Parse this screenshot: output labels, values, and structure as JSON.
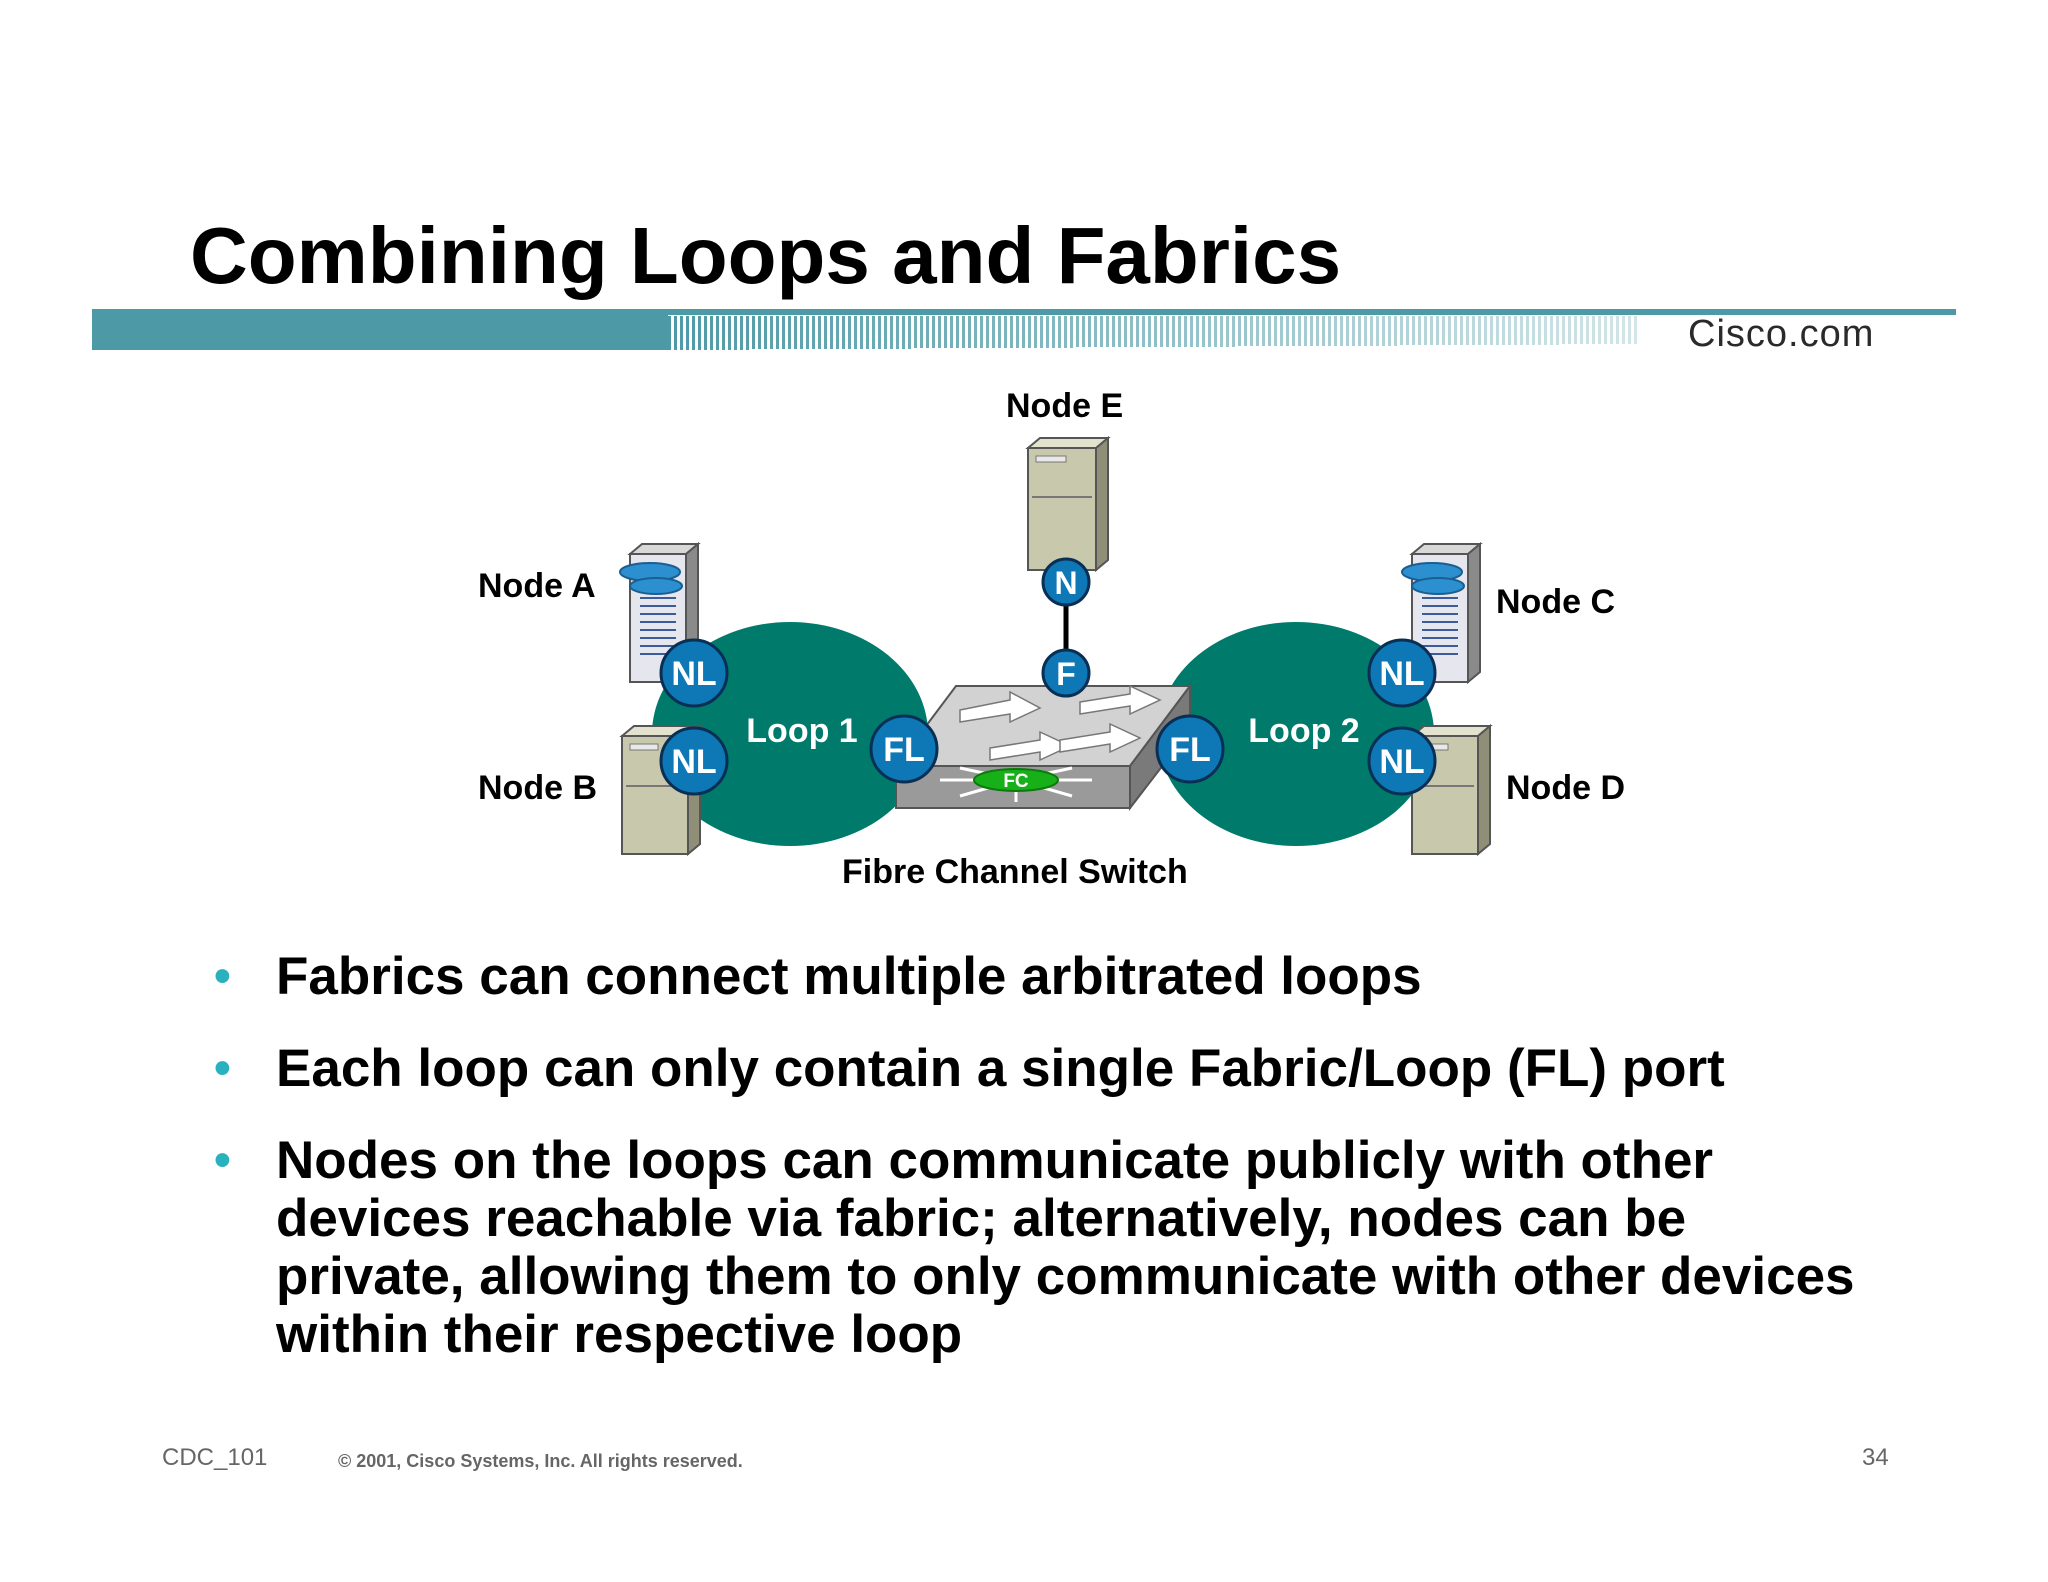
{
  "slide": {
    "title": "Combining Loops and Fabrics",
    "brand": "Cisco.com"
  },
  "diagram": {
    "nodes": {
      "a": "Node A",
      "b": "Node B",
      "c": "Node C",
      "d": "Node D",
      "e": "Node E"
    },
    "loops": [
      "Loop 1",
      "Loop 2"
    ],
    "ports": {
      "nl": "NL",
      "fl": "FL",
      "n": "N",
      "f": "F"
    },
    "switch_label": "Fibre Channel Switch",
    "switch_badge": "FC"
  },
  "bullets": [
    "Fabrics can connect multiple arbitrated loops",
    "Each loop can only contain a single Fabric/Loop (FL) port",
    "Nodes on the loops can communicate publicly with other devices reachable via fabric; alternatively, nodes can be private, allowing them to only communicate with other devices within their respective loop"
  ],
  "footer": {
    "course": "CDC_101",
    "copyright": "© 2001, Cisco Systems, Inc. All rights reserved.",
    "page": "34"
  },
  "colors": {
    "banner": "#4d9aa6",
    "loop": "#007a6b",
    "port": "#0d78b5",
    "bullet": "#2ab1be"
  }
}
